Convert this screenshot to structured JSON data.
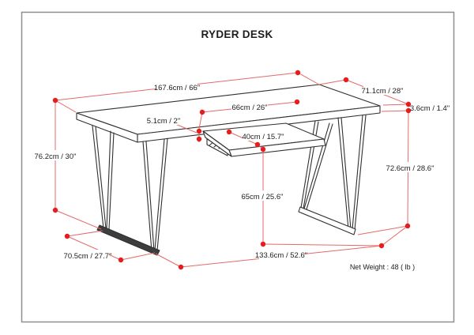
{
  "title": "RYDER DESK",
  "net_weight": "Net Weight : 48 ( lb )",
  "dimensions": {
    "length": "167.6cm / 66\"",
    "depth": "71.1cm / 28\"",
    "top_thickness": "3.6cm / 1.4\"",
    "tray_width": "66cm / 26\"",
    "rail_height": "5.1cm / 2\"",
    "tray_depth": "40cm / 15.7\"",
    "overall_height": "76.2cm / 30\"",
    "leg_height": "72.6cm / 28.6\"",
    "tray_clearance": "65cm / 25.6\"",
    "leg_depth": "70.5cm / 27.7\"",
    "leg_span": "133.6cm / 52.6\""
  },
  "colors": {
    "dim_line_color": "#e46a6a",
    "dot_color": "#e51d1d",
    "drawing_color": "#303030",
    "runner_fill": "#3d3d3d",
    "text_color": "#1d1d1d",
    "border_color": "#8f8f8f"
  }
}
